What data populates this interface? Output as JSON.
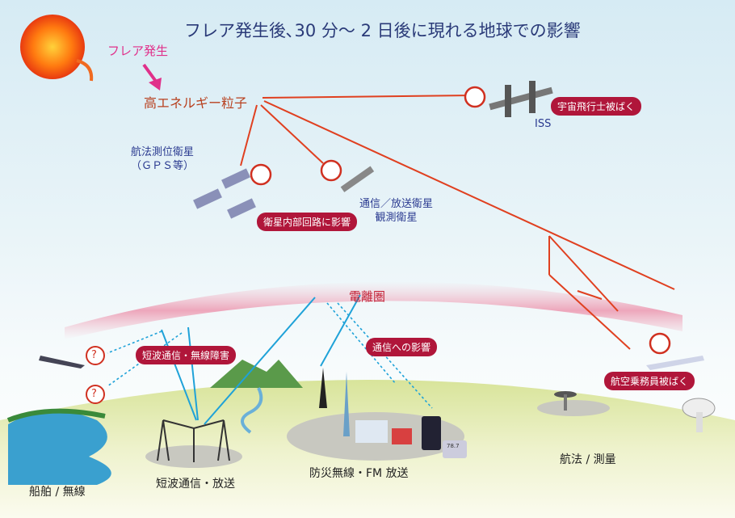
{
  "title": "フレア発生後､30 分～ 2 日後に現れる地球での影響",
  "flare_label": "フレア発生",
  "particles_label": "高エネルギー粒子",
  "gps": {
    "line1": "航法測位衛星",
    "line2": "（ＧＰＳ等）"
  },
  "comm_sat": {
    "line1": "通信／放送衛星",
    "line2": "観測衛星"
  },
  "iss_label": "ISS",
  "ionosphere_label": "電離圏",
  "badges": {
    "astronaut": "宇宙飛行士被ばく",
    "satellite_circuit": "衛星内部回路に影響",
    "shortwave": "短波通信・無線障害",
    "communication": "通信への影響",
    "aircrew": "航空乗務員被ばく"
  },
  "question_mark": "?",
  "radio_display": "78.7",
  "ground_labels": {
    "ship": "船舶 / 無線",
    "shortwave": "短波通信・放送",
    "disaster": "防災無線・FM 放送",
    "navigation": "航法 / 測量"
  }
}
